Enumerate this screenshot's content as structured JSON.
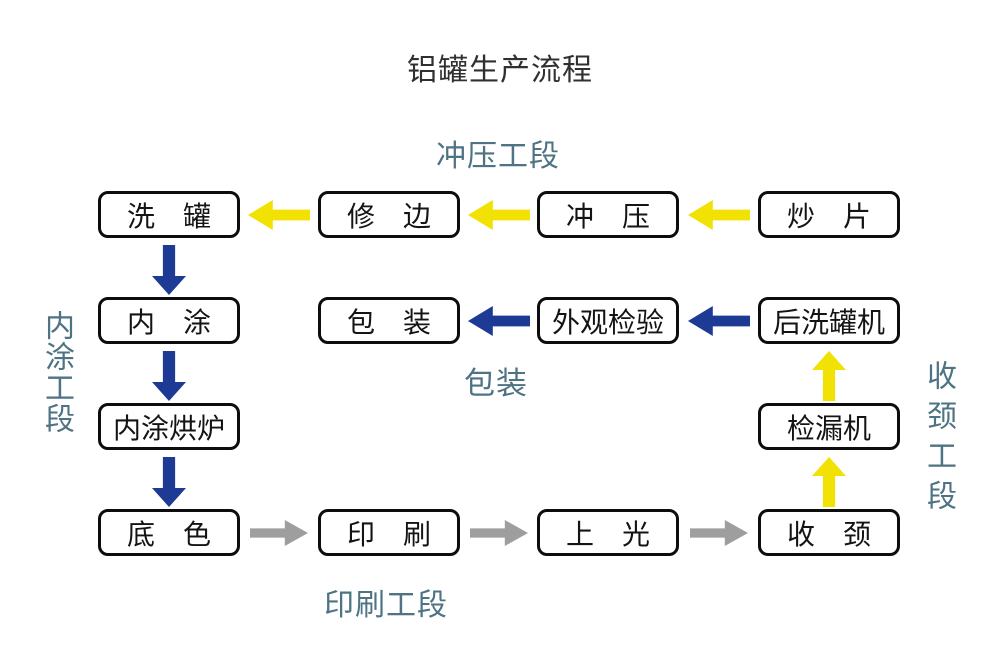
{
  "title": "铝罐生产流程",
  "sections": {
    "stamping": "冲压工段",
    "inner_coating": "内涂工段",
    "packaging": "包装",
    "necking": "收颈工段",
    "printing": "印刷工段"
  },
  "boxes": [
    {
      "name": "wash-can",
      "label": "洗　罐"
    },
    {
      "name": "trimming",
      "label": "修　边"
    },
    {
      "name": "stamping",
      "label": "冲　压"
    },
    {
      "name": "sheet-heating",
      "label": "炒　片"
    },
    {
      "name": "inner-coating",
      "label": "内　涂"
    },
    {
      "name": "packaging",
      "label": "包　装"
    },
    {
      "name": "visual-inspection",
      "label": "外观检验"
    },
    {
      "name": "post-wash-machine",
      "label": "后洗罐机"
    },
    {
      "name": "inner-coating-oven",
      "label": "内涂烘炉"
    },
    {
      "name": "leak-tester",
      "label": "检漏机"
    },
    {
      "name": "base-coat",
      "label": "底　色"
    },
    {
      "name": "printing",
      "label": "印　刷"
    },
    {
      "name": "varnishing",
      "label": "上　光"
    },
    {
      "name": "necking",
      "label": "收　颈"
    }
  ],
  "arrows": [
    {
      "from": "炒片",
      "to": "冲压",
      "color": "yellow",
      "direction": "left"
    },
    {
      "from": "冲压",
      "to": "修边",
      "color": "yellow",
      "direction": "left"
    },
    {
      "from": "修边",
      "to": "洗罐",
      "color": "yellow",
      "direction": "left"
    },
    {
      "from": "洗罐",
      "to": "内涂",
      "color": "blue",
      "direction": "down"
    },
    {
      "from": "内涂",
      "to": "内涂烘炉",
      "color": "blue",
      "direction": "down"
    },
    {
      "from": "内涂烘炉",
      "to": "底色",
      "color": "blue",
      "direction": "down"
    },
    {
      "from": "底色",
      "to": "印刷",
      "color": "gray",
      "direction": "right"
    },
    {
      "from": "印刷",
      "to": "上光",
      "color": "gray",
      "direction": "right"
    },
    {
      "from": "上光",
      "to": "收颈",
      "color": "gray",
      "direction": "right"
    },
    {
      "from": "收颈",
      "to": "检漏机",
      "color": "yellow",
      "direction": "up"
    },
    {
      "from": "检漏机",
      "to": "后洗罐机",
      "color": "yellow",
      "direction": "up"
    },
    {
      "from": "后洗罐机",
      "to": "外观检验",
      "color": "blue",
      "direction": "left"
    },
    {
      "from": "外观检验",
      "to": "包装",
      "color": "blue",
      "direction": "left"
    }
  ],
  "colors": {
    "arrow_yellow": "#F2E203",
    "arrow_blue": "#1D3B94",
    "arrow_gray": "#9E9E9E",
    "section_label": "#4E7383",
    "box_border": "#0D0D0D",
    "box_fill": "#FFFFFF",
    "title_text": "#303030",
    "background": "#FFFFFF"
  }
}
